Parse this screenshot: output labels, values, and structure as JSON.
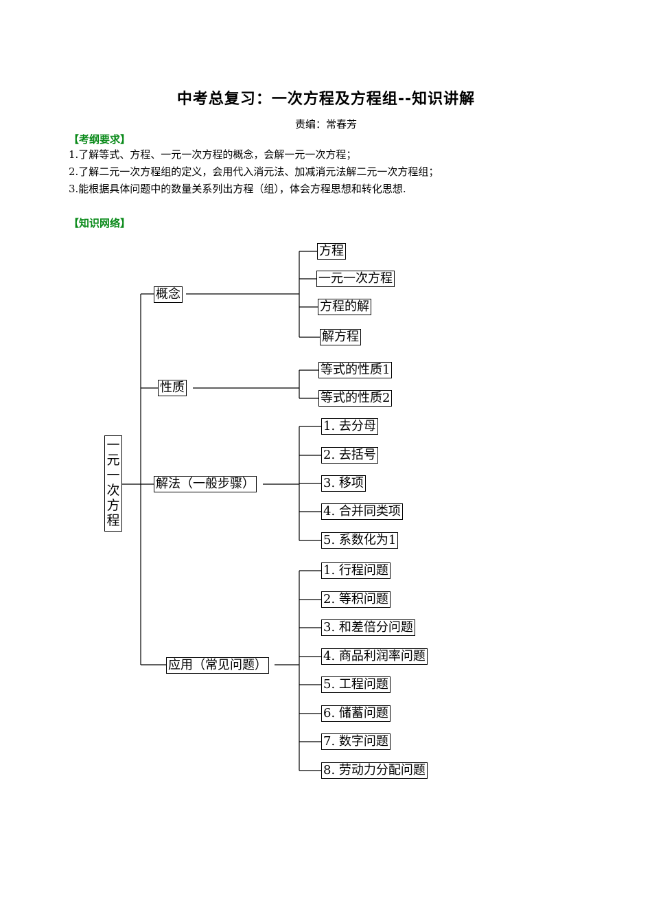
{
  "title": "中考总复习：一次方程及方程组--知识讲解",
  "author": "责编：常春芳",
  "requirements": {
    "heading": "【考纲要求】",
    "items": [
      "1.了解等式、方程、一元一次方程的概念，会解一元一次方程；",
      "2.了解二元一次方程组的定义，会用代入消元法、加减消元法解二元一次方程组；",
      "3.能根据具体问题中的数量关系列出方程（组），体会方程思想和转化思想."
    ]
  },
  "network": {
    "heading": "【知识网络】",
    "root_chars": [
      "一",
      "元",
      "一",
      "次",
      "方",
      "程"
    ],
    "branches": [
      {
        "label": "概念",
        "children": [
          "方程",
          "一元一次方程",
          "方程的解",
          "解方程"
        ]
      },
      {
        "label": "性质",
        "children": [
          "等式的性质1",
          "等式的性质2"
        ]
      },
      {
        "label": "解法（一般步骤）",
        "children": [
          "1. 去分母",
          "2. 去括号",
          "3. 移项",
          "4. 合并同类项",
          "5. 系数化为1"
        ]
      },
      {
        "label": "应用（常见问题）",
        "children": [
          "1. 行程问题",
          "2. 等积问题",
          "3. 和差倍分问题",
          "4. 商品利润率问题",
          "5. 工程问题",
          "6. 储蓄问题",
          "7. 数字问题",
          "8. 劳动力分配问题"
        ]
      }
    ]
  }
}
